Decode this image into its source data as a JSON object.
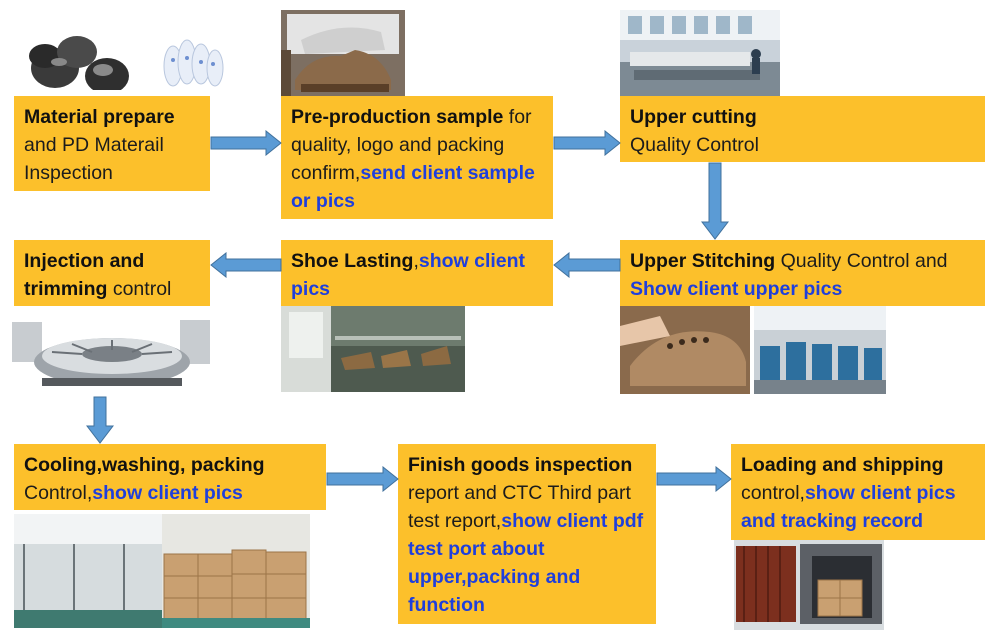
{
  "steps": [
    {
      "id": "material",
      "bold": "Material prepare",
      "normal": " and PD Materail Inspection",
      "blue": ""
    },
    {
      "id": "preprod",
      "bold": "Pre-production sample",
      "normal": " for quality, logo and packing confirm,",
      "blue": "send client sample or pics"
    },
    {
      "id": "cutting",
      "bold": "Upper cutting",
      "normal": " Quality Control",
      "blue": ""
    },
    {
      "id": "stitching",
      "bold": "Upper Stitching",
      "normal": " Quality Control and ",
      "blue": "Show client upper pics"
    },
    {
      "id": "lasting",
      "bold": "Shoe Lasting",
      "normal": ",",
      "blue": "show client pics"
    },
    {
      "id": "injection",
      "bold": "Injection and trimming",
      "normal": " control",
      "blue": ""
    },
    {
      "id": "cooling",
      "bold": "Cooling,washing, packing",
      "normal": " Control,",
      "blue": "show client pics"
    },
    {
      "id": "finish",
      "bold": "Finish goods inspection",
      "normal": " report and CTC Third part test report,",
      "blue": "show client pdf test port about upper,packing and function"
    },
    {
      "id": "loading",
      "bold": "Loading and shipping",
      "normal": " control,",
      "blue": "show client pics and tracking record"
    }
  ],
  "colors": {
    "box": "#fcc02b",
    "arrow": "#5b9bd5",
    "arrow_stroke": "#41719c",
    "highlight": "#1f3fdc"
  }
}
